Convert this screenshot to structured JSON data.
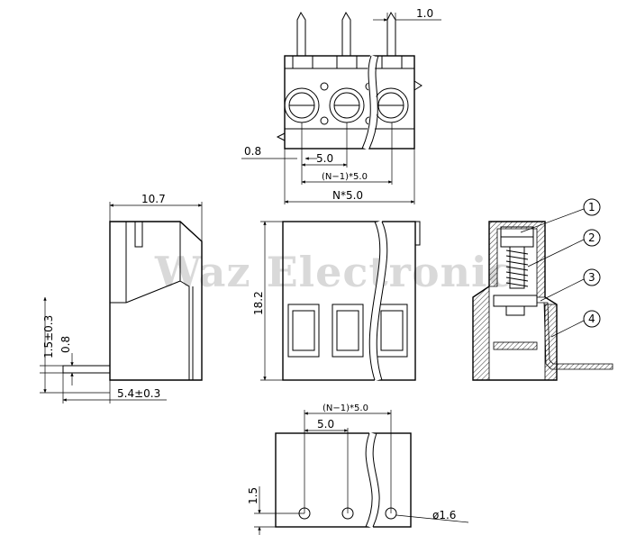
{
  "watermark": "Waz Electronic",
  "dimensions": {
    "pin_width": "1.0",
    "pin_offset": "0.8",
    "pitch_top": "5.0",
    "span_top": "(N−1)*5.0",
    "total_width": "N*5.0",
    "depth": "10.7",
    "height": "18.2",
    "pin_height": "1.5±0.3",
    "pin_thickness": "0.8",
    "pin_length": "5.4±0.3",
    "span_bottom": "(N−1)*5.0",
    "pitch_bottom": "5.0",
    "hole_offset": "1.5",
    "hole_diameter": "ø1.6"
  },
  "callouts": [
    "1",
    "2",
    "3",
    "4"
  ]
}
